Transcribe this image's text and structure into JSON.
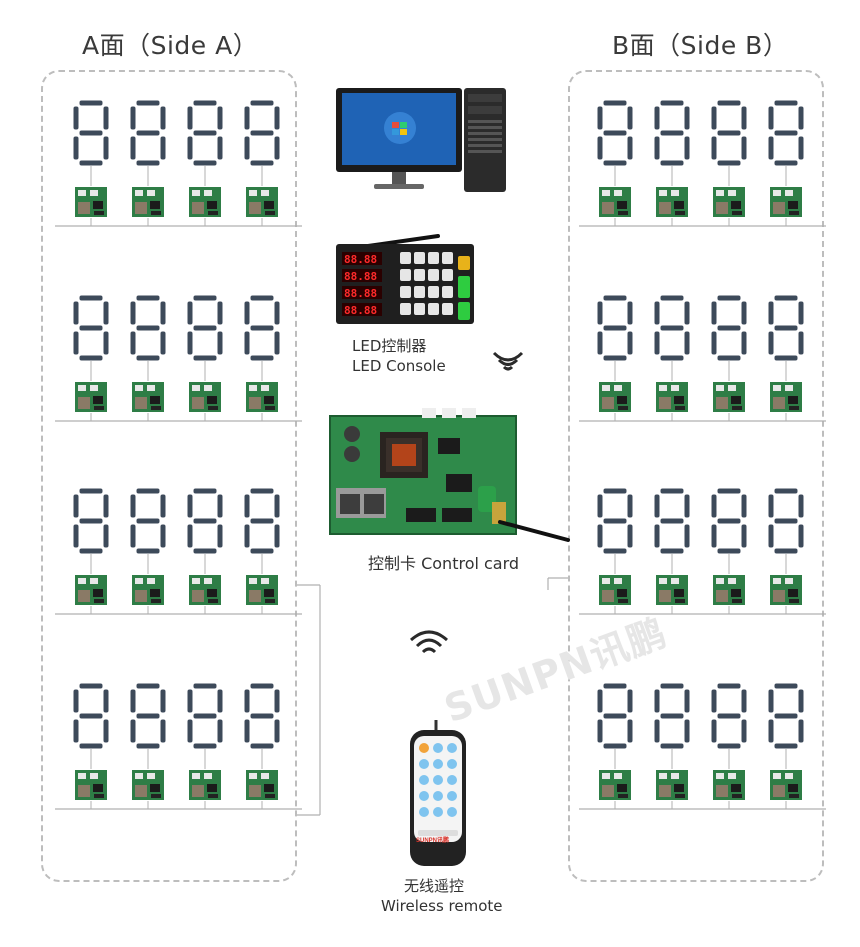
{
  "sides": {
    "a": {
      "title": "A面（Side A）"
    },
    "b": {
      "title": "B面（Side B）"
    }
  },
  "digit_glyph": "8",
  "rows_per_side": 4,
  "digits_per_row": 4,
  "console": {
    "label_cn": "LED控制器",
    "label_en": "LED Console",
    "display_text": "88.88"
  },
  "control_card": {
    "label": "控制卡  Control card"
  },
  "remote": {
    "label_cn": "无线遥控",
    "label_en": "Wireless remote",
    "brand": "SUNPN讯鹏"
  },
  "watermark": "SUNPN讯鹏",
  "colors": {
    "segment": "#3d4a5a",
    "board_green": "#2e7d46",
    "wire": "#b0b0b0",
    "dashed_border": "#bdbdbd",
    "remote_blue": "#7fc4ef",
    "remote_orange": "#f2a33a"
  }
}
